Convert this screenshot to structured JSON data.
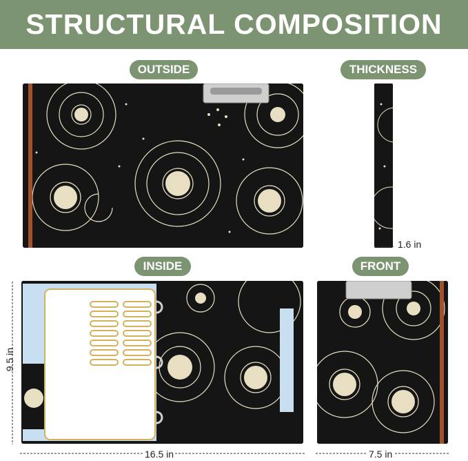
{
  "header": {
    "title": "STRUCTURAL COMPOSITION"
  },
  "labels": {
    "outside": "OUTSIDE",
    "thickness": "THICKNESS",
    "inside": "INSIDE",
    "front": "FRONT"
  },
  "dimensions": {
    "thickness": "1.6 in",
    "height": "9.5 in",
    "width_open": "16.5 in",
    "width_front": "7.5 in"
  },
  "colors": {
    "banner": "#7d9472",
    "panel": "#151515",
    "artwork": "#e8dfc3",
    "strap": "#a0522d",
    "inner": "#c7dff0",
    "gold": "#d3b15c"
  }
}
